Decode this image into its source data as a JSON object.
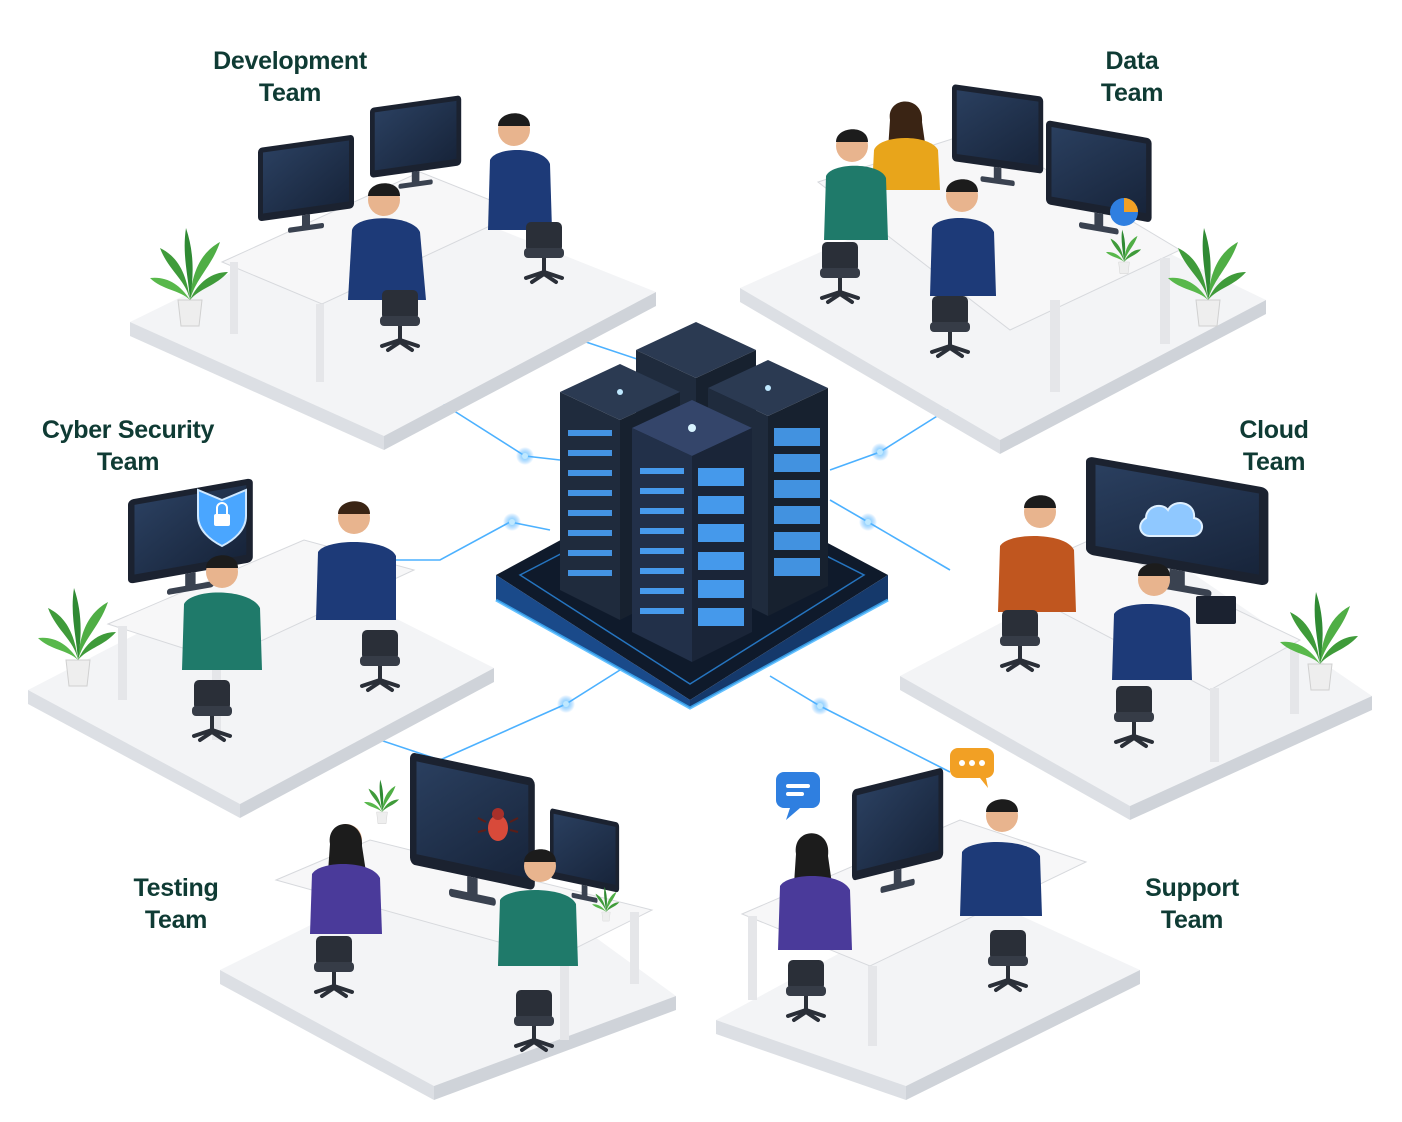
{
  "teams": {
    "development": {
      "line1": "Development",
      "line2": "Team"
    },
    "data": {
      "line1": "Data",
      "line2": "Team"
    },
    "cyber": {
      "line1": "Cyber Security",
      "line2": "Team"
    },
    "cloud": {
      "line1": "Cloud",
      "line2": "Team"
    },
    "testing": {
      "line1": "Testing",
      "line2": "Team"
    },
    "support": {
      "line1": "Support",
      "line2": "Team"
    }
  },
  "colors": {
    "label": "#0f3b34",
    "platform_top": "#f3f4f6",
    "platform_side": "#dcdfe4",
    "server_body": "#1f2b3d",
    "server_glow": "#2f9bff",
    "connector": "#38a8ff",
    "monitor_frame": "#1b2230",
    "monitor_screen": "#22344f",
    "chair": "#2a2f38",
    "desk": "#f7f7f8",
    "plant_leaf": "#3f9b3a",
    "pot": "#ececec",
    "shirt_blue": "#1d3a78",
    "shirt_green": "#1f7a6a",
    "shirt_orange": "#c0561f",
    "shirt_yellow": "#e8a51b",
    "shirt_purple": "#4a3a9a",
    "skin": "#e8b48e",
    "hair": "#1c1c1c",
    "chat_blue": "#2f7fe0",
    "chat_orange": "#f2a024"
  },
  "icons": [
    "server-rack-icon",
    "shield-lock-icon",
    "cloud-icon",
    "bug-icon",
    "chat-bubble-icon"
  ]
}
